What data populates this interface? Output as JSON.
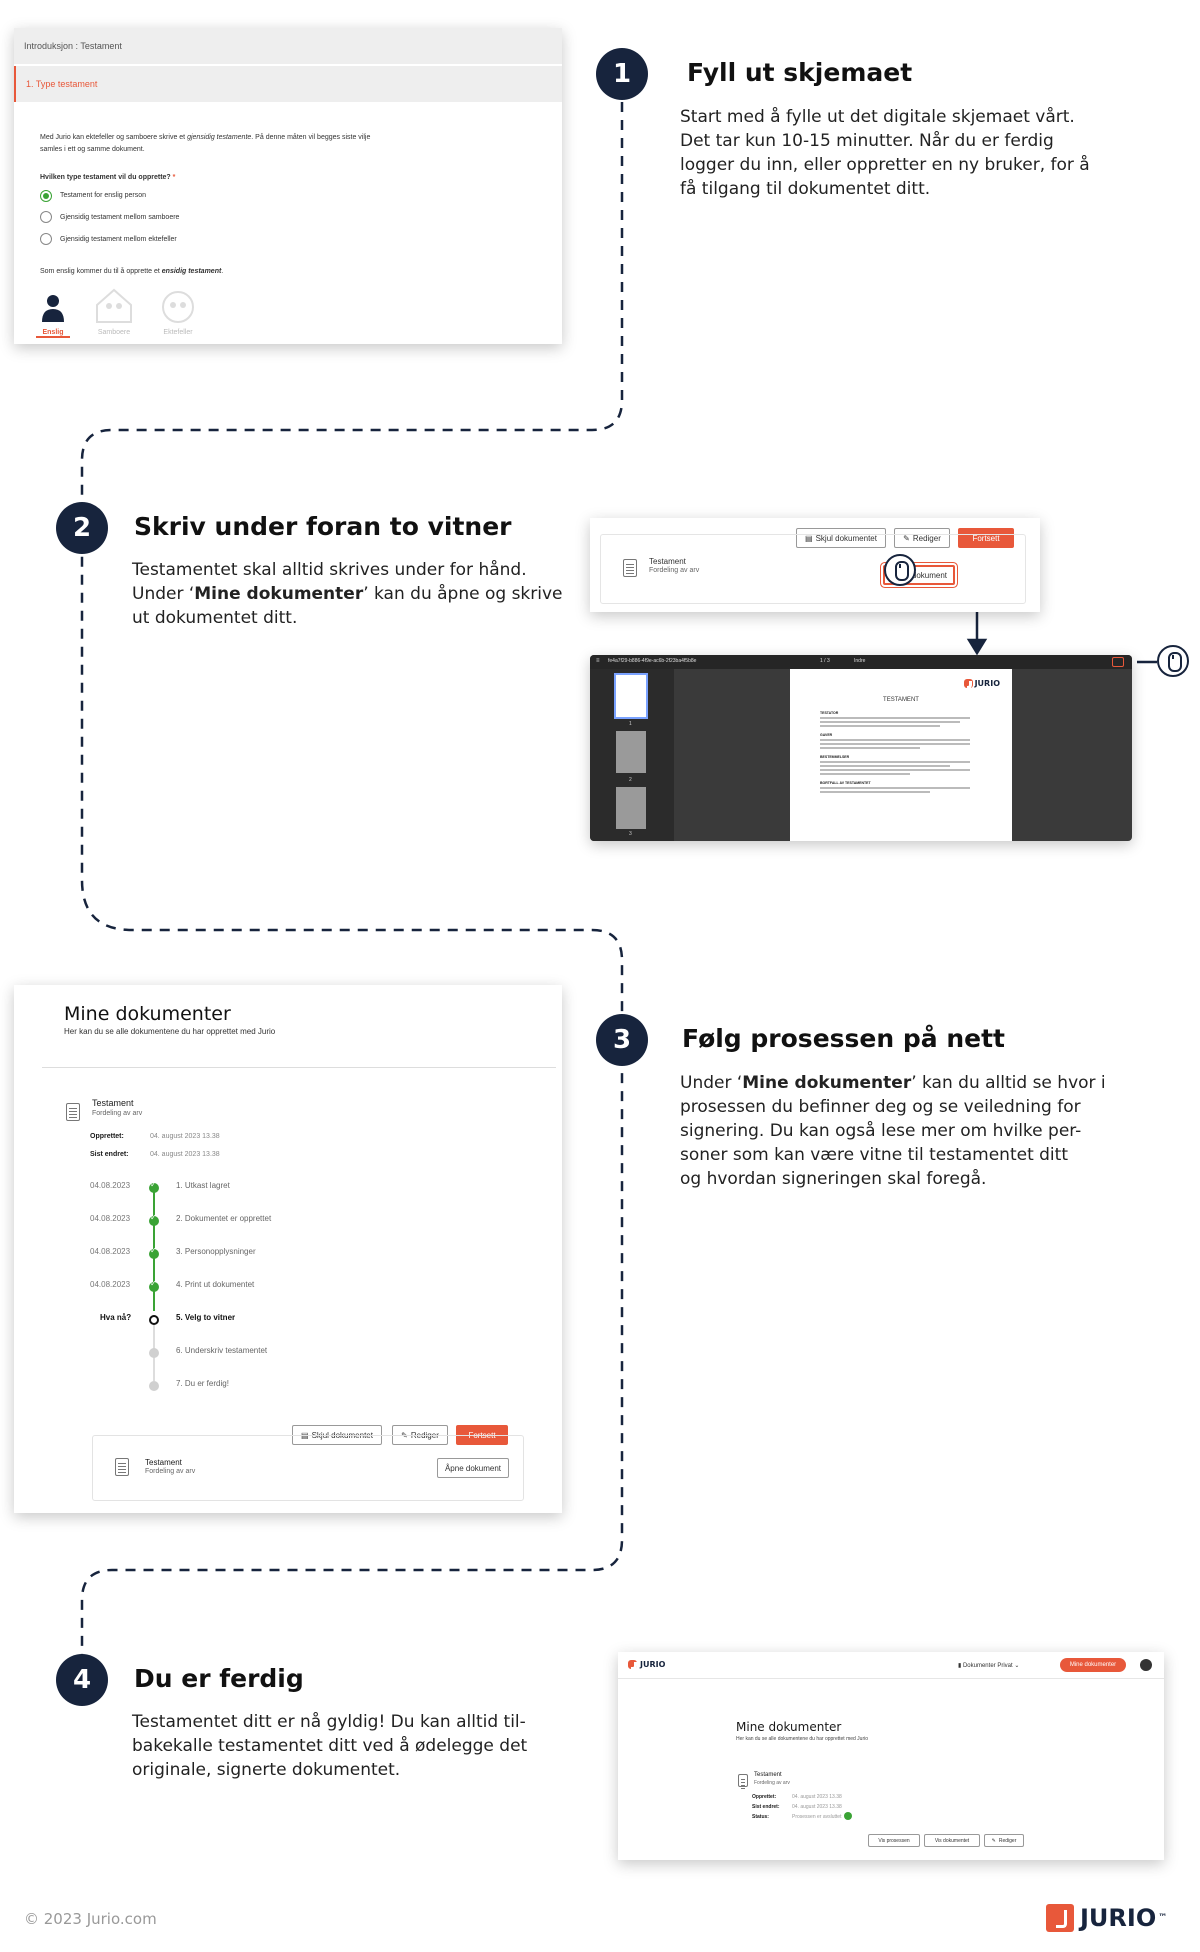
{
  "steps": [
    {
      "number": "1",
      "title": "Fyll ut skjemaet",
      "body": [
        "Start med å fylle ut det digitale skjemaet vårt.",
        "Det tar kun 10-15 minutter. Når du er ferdig",
        "logger du inn, eller oppretter en ny bruker, for å",
        "få tilgang til dokumentet ditt."
      ]
    },
    {
      "number": "2",
      "title": "Skriv under foran to vitner",
      "body_l1": "Testamentet skal alltid skrives under for hånd.",
      "body_l2_pre": "Under ‘",
      "body_l2_bold": "Mine dokumenter",
      "body_l2_post": "’ kan du åpne og skrive",
      "body_l3": "ut dokumentet ditt."
    },
    {
      "number": "3",
      "title": "Følg prosessen på nett",
      "body_l1_pre": "Under ‘",
      "body_l1_bold": "Mine dokumenter",
      "body_l1_post": "’ kan du alltid se hvor i",
      "body_rest": [
        "prosessen du befinner deg og se veiledning for",
        "signering. Du kan også lese mer om hvilke per-",
        "soner som kan være vitne til testamentet ditt",
        "og hvordan signeringen skal foregå."
      ]
    },
    {
      "number": "4",
      "title": "Du er ferdig",
      "body": [
        "Testamentet ditt er nå gyldig! Du kan alltid til-",
        "bakekalle testamentet ditt ved å ødelegge det",
        "originale, signerte dokumentet."
      ]
    }
  ],
  "card1": {
    "breadcrumb": "Introduksjon : Testament",
    "section": "1. Type testament",
    "intro_l1_pre": "Med Jurio kan ektefeller og samboere skrive et ",
    "intro_l1_em": "gjensidig testamente",
    "intro_l1_post": ". På denne måten vil begges siste vilje",
    "intro_l2": "samles i ett og samme dokument.",
    "question": "Hvilken type testament vil du opprette?",
    "required_mark": "*",
    "options": [
      "Testament for enslig person",
      "Gjensidig testament mellom samboere",
      "Gjensidig testament mellom ektefeller"
    ],
    "note_pre": "Som enslig kommer du til å opprette et ",
    "note_em": "ensidig testament",
    "note_post": ".",
    "personas": [
      "Enslig",
      "Samboere",
      "Ektefeller"
    ]
  },
  "card2": {
    "hide_label": "Skjul dokumentet",
    "edit_label": "Rediger",
    "continue_label": "Fortsett",
    "doc_title": "Testament",
    "doc_sub": "Fordeling av arv",
    "open_label": "Åpne dokument"
  },
  "pdf": {
    "filename": "fe4a7f29-b886-4f9e-ac6b-2f23ba4f5b8e",
    "page_info": "1 / 3",
    "zoom": "Indre",
    "logo": "JURIO",
    "doc_heading": "TESTAMENT",
    "sections": [
      "TESTATOR",
      "GAVER",
      "BESTEMMELSER",
      "BORTFALL AV TESTAMENTET"
    ],
    "thumb_numbers": [
      "1",
      "2",
      "3"
    ]
  },
  "card3": {
    "title": "Mine dokumenter",
    "subtitle": "Her kan du se alle dokumentene du har opprettet med Jurio",
    "doc_title": "Testament",
    "doc_sub": "Fordeling av arv",
    "created_label": "Opprettet:",
    "created_value": "04. august 2023 13.38",
    "changed_label": "Sist endret:",
    "changed_value": "04. august 2023 13.38",
    "timeline": [
      {
        "date": "04.08.2023",
        "label": "1. Utkast lagret",
        "state": "done"
      },
      {
        "date": "04.08.2023",
        "label": "2. Dokumentet er opprettet",
        "state": "done"
      },
      {
        "date": "04.08.2023",
        "label": "3. Personopplysninger",
        "state": "done"
      },
      {
        "date": "04.08.2023",
        "label": "4. Print ut dokumentet",
        "state": "done"
      },
      {
        "date": "Hva nå?",
        "label": "5. Velg to vitner",
        "state": "now"
      },
      {
        "date": "",
        "label": "6. Underskriv testamentet",
        "state": "todo"
      },
      {
        "date": "",
        "label": "7. Du er ferdig!",
        "state": "todo"
      }
    ],
    "hide_label": "Skjul dokumentet",
    "edit_label": "Rediger",
    "continue_label": "Fortsett",
    "box_doc_title": "Testament",
    "box_doc_sub": "Fordeling av arv",
    "open_label": "Åpne dokument"
  },
  "card4": {
    "logo": "JURIO",
    "user_menu": "Dokumenter Privat",
    "mine_btn": "Mine dokumenter",
    "title": "Mine dokumenter",
    "subtitle": "Her kan du se alle dokumentene du har opprettet med Jurio",
    "doc_title": "Testament",
    "doc_sub": "Fordeling av arv",
    "created_label": "Opprettet:",
    "created_value": "04. august 2023 13.38",
    "changed_label": "Sist endret:",
    "changed_value": "04. august 2023 13.38",
    "status_label": "Status:",
    "status_value": "Prosessen er avsluttet",
    "btn_process": "Vis prosessen",
    "btn_document": "Vis dokumentet",
    "btn_edit": "Rediger"
  },
  "footer": {
    "copyright": "© 2023 Jurio.com",
    "logo": "JURIO",
    "trademark": "™"
  },
  "colors": {
    "navy": "#17243d",
    "accent": "#e8583a",
    "green": "#3aa335"
  }
}
